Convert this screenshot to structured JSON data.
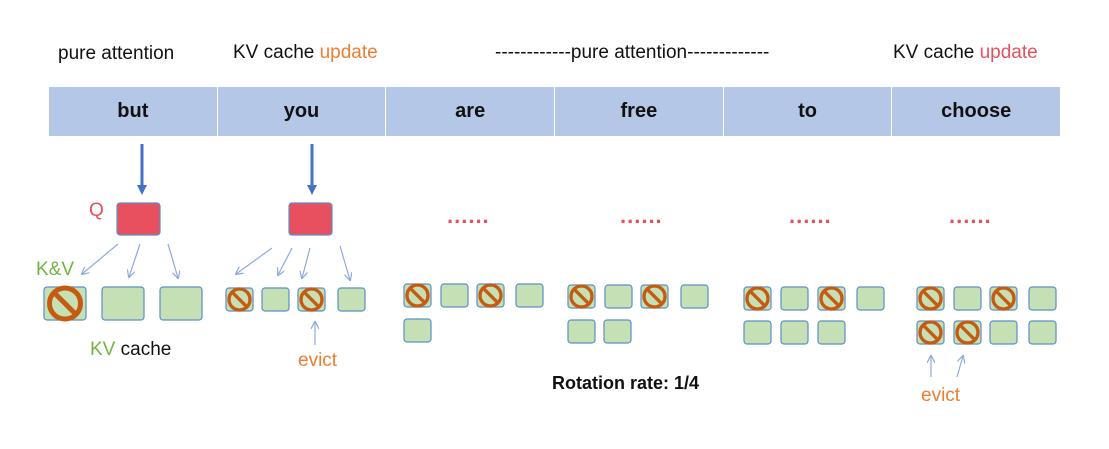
{
  "headers": [
    {
      "plain": "pure attention",
      "accent": ""
    },
    {
      "plain": "KV cache ",
      "accent": "update"
    },
    {
      "plain": "------------pure attention-------------",
      "accent": ""
    },
    {
      "plain": "KV cache ",
      "accent": "update"
    }
  ],
  "tokens": [
    "but",
    "you",
    "are",
    "free",
    "to",
    "choose"
  ],
  "labels": {
    "q": "Q",
    "kv": "K&V",
    "kv_cache_prefix": "KV",
    "kv_cache_suffix": " cache",
    "evict_1": "evict",
    "evict_2": "evict",
    "rotation_rate": "Rotation rate: 1/4",
    "ellipsis": "......"
  },
  "colors": {
    "token_bar": "#B4C7E7",
    "cache_block": "#C5E0B4",
    "cache_border": "#5B8FC7",
    "query_block": "#E8505F",
    "arrow_blue": "#4472C4",
    "arrow_light": "#8FAADC",
    "evicted_ring": "#C55A11",
    "accent_orange": "#ED7D31",
    "accent_red": "#E8505F",
    "accent_green": "#70B443"
  },
  "icons": {
    "evicted": "prohibited-icon",
    "query": "query-block",
    "cache": "cache-block"
  }
}
